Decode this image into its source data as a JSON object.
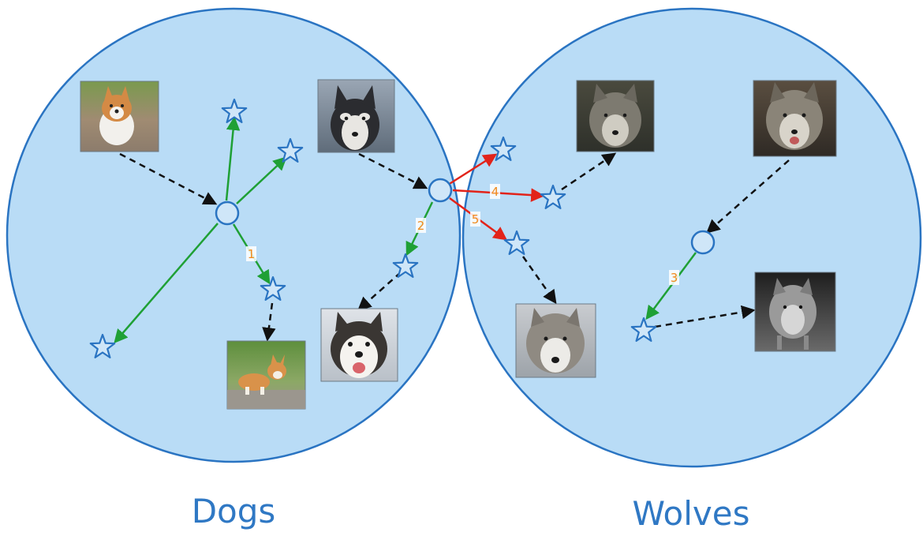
{
  "clusters": [
    {
      "id": "dogs",
      "label": "Dogs"
    },
    {
      "id": "wolves",
      "label": "Wolves"
    }
  ],
  "edge_labels": [
    "1",
    "2",
    "3",
    "4",
    "5"
  ],
  "colors": {
    "cluster_fill": "#b9dcf6",
    "cluster_stroke": "#2a74c2",
    "label": "#2f78c4",
    "green_arrow": "#1fa035",
    "red_arrow": "#e2231a",
    "dashed_arrow": "#111111",
    "edge_number": "#f08a1c",
    "node_fill": "#cfe6f8"
  }
}
